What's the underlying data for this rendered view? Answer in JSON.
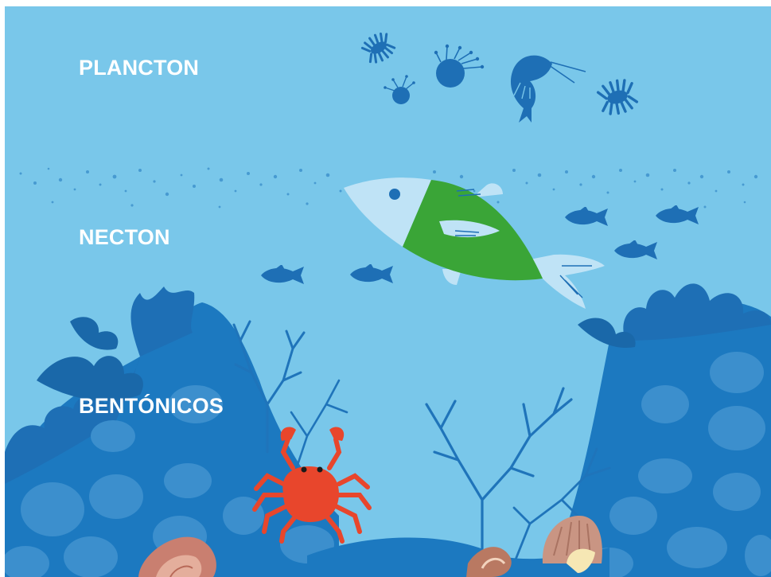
{
  "zones": {
    "plancton": "PLANCTON",
    "necton": "NECTON",
    "bentonicos": "BENTÓNICOS"
  },
  "colors": {
    "water": "#79c7ea",
    "seabed": "#1c79c0",
    "coral": "#1f74ba",
    "fish_dark": "#1e6fb5",
    "fish_light": "#bfe3f6",
    "fish_green": "#3aa537",
    "crab": "#e8462c",
    "label": "#ffffff"
  },
  "icons": [
    "plankton-icon",
    "jellyfish-icon",
    "shrimp-icon",
    "fish-icon",
    "crab-icon",
    "shell-icon",
    "coral-icon"
  ]
}
